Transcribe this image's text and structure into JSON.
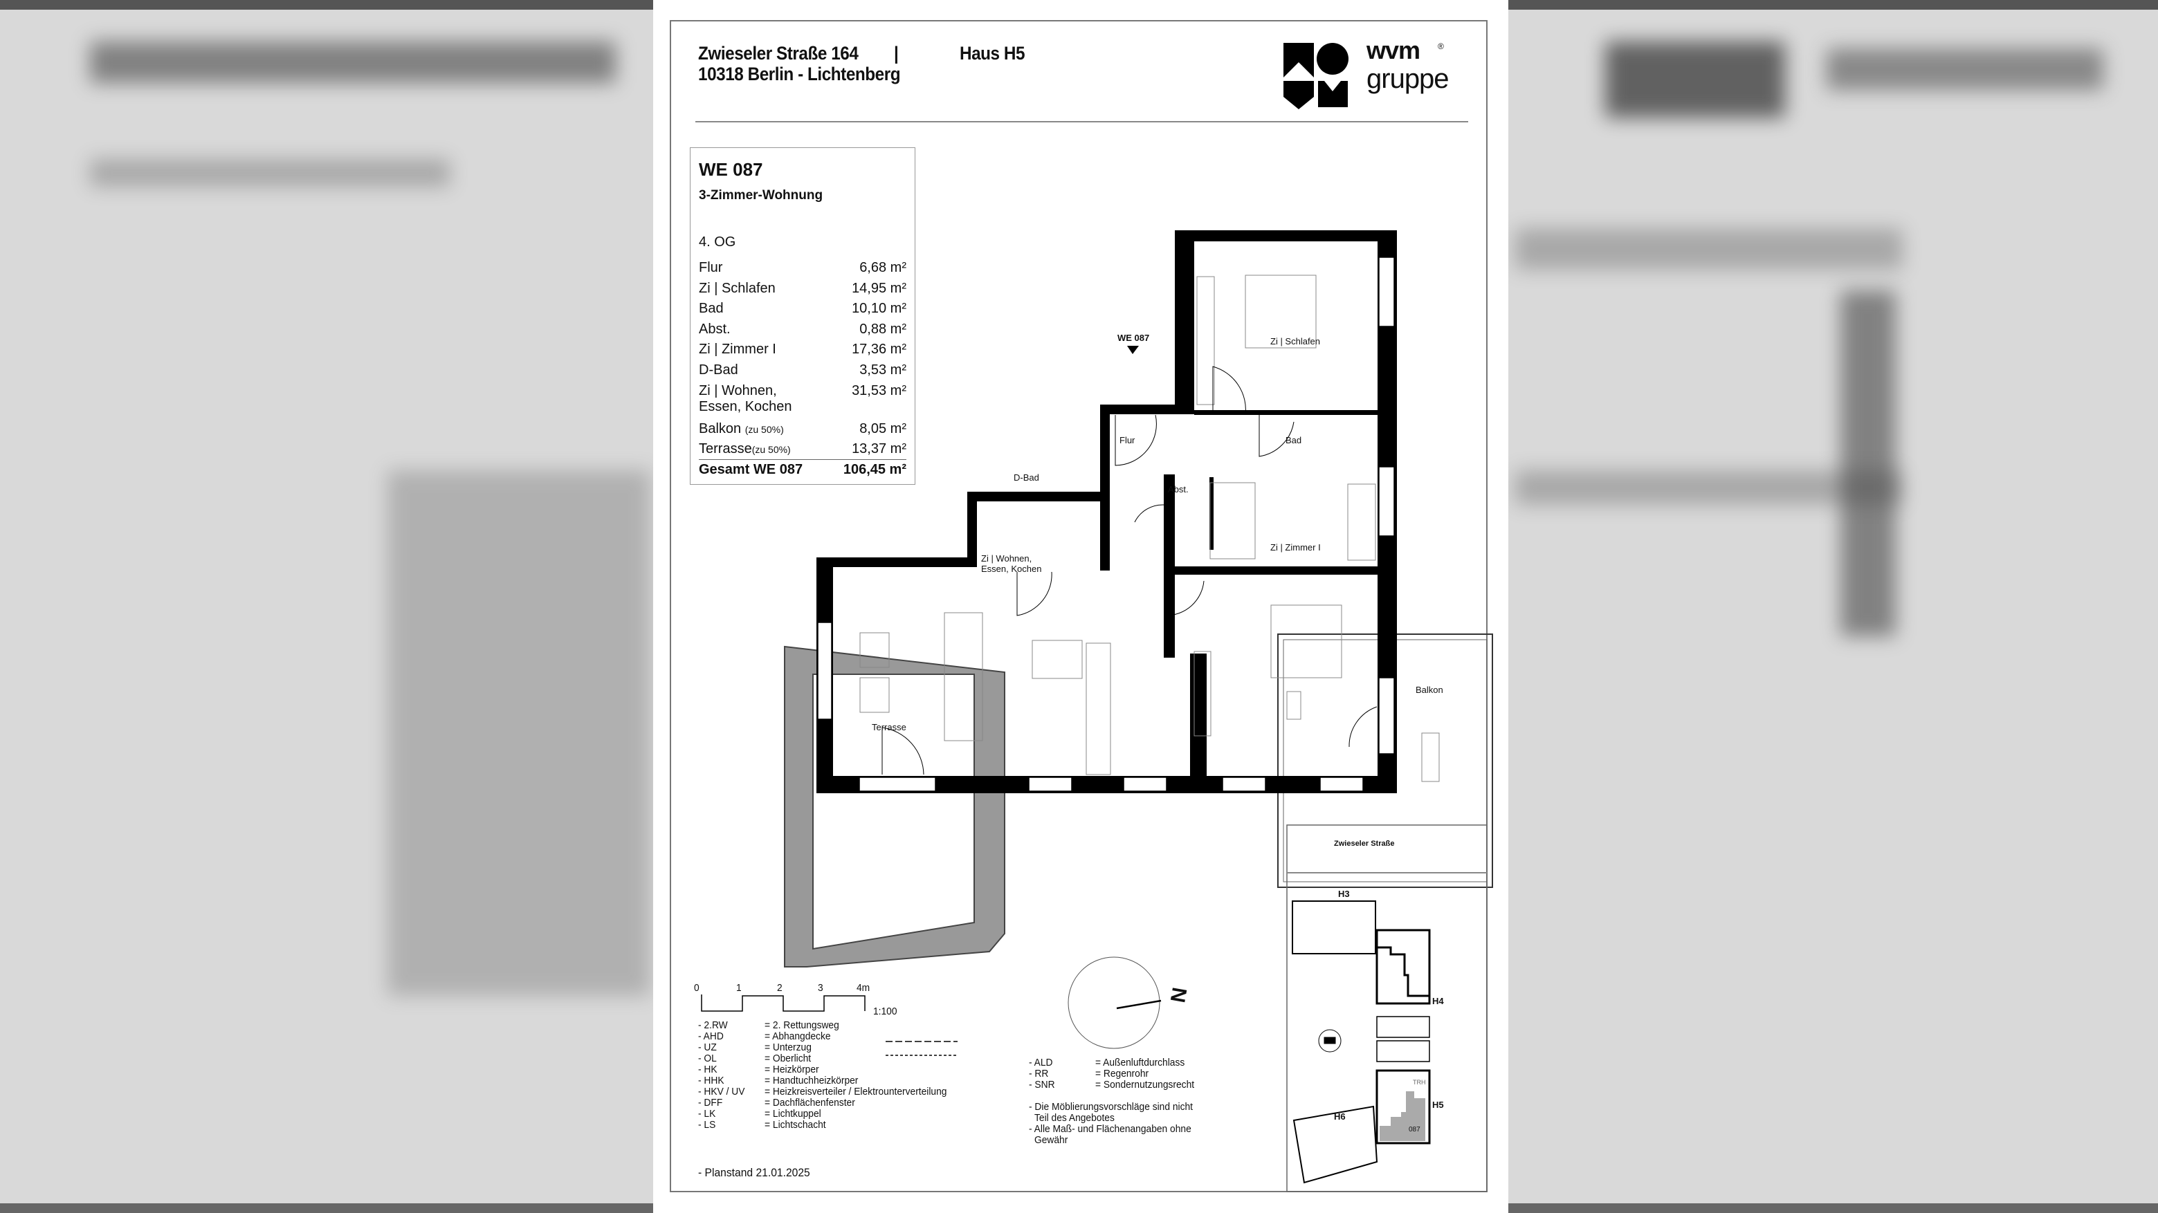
{
  "header": {
    "address_line1": "Zwieseler Straße 164",
    "separator": "|",
    "house": "Haus H5",
    "address_line2": "10318 Berlin - Lichtenberg"
  },
  "logo": {
    "line1": "wvm",
    "line2": "gruppe",
    "mark": "®"
  },
  "unit": {
    "title": "WE 087",
    "type": "3-Zimmer-Wohnung",
    "floor": "4. OG",
    "rooms": [
      {
        "name": "Flur",
        "area": "6,68 m²"
      },
      {
        "name": "Zi | Schlafen",
        "area": "14,95 m²"
      },
      {
        "name": "Bad",
        "area": "10,10 m²"
      },
      {
        "name": "Abst.",
        "area": "0,88 m²"
      },
      {
        "name": "Zi | Zimmer I",
        "area": "17,36 m²"
      },
      {
        "name": "D-Bad",
        "area": "3,53 m²"
      },
      {
        "name": "Zi | Wohnen,",
        "name2": "Essen, Kochen",
        "area": "31,53 m²"
      },
      {
        "name": "Balkon",
        "note": "(zu 50%)",
        "area": "8,05 m²"
      },
      {
        "name": "Terrasse",
        "note": "(zu 50%)",
        "area": "13,37 m²"
      }
    ],
    "total_label": "Gesamt WE 087",
    "total_area": "106,45 m²"
  },
  "plan": {
    "entry": "WE 087",
    "schlafen": "Zi | Schlafen",
    "flur": "Flur",
    "bad": "Bad",
    "dbad": "D-Bad",
    "abst": "Abst.",
    "wohnen1": "Zi | Wohnen,",
    "wohnen2": "Essen, Kochen",
    "zimmer": "Zi | Zimmer I",
    "balkon": "Balkon",
    "terrasse": "Terrasse"
  },
  "scale": {
    "ticks": [
      "0",
      "1",
      "2",
      "3",
      "4m"
    ],
    "ratio": "1:100"
  },
  "compass": {
    "north": "N"
  },
  "legend_left": [
    {
      "abbr": "- 2.RW",
      "desc": "= 2. Rettungsweg"
    },
    {
      "abbr": "- AHD",
      "desc": "= Abhangdecke"
    },
    {
      "abbr": "- UZ",
      "desc": "= Unterzug"
    },
    {
      "abbr": "- OL",
      "desc": "= Oberlicht"
    },
    {
      "abbr": "- HK",
      "desc": "= Heizkörper"
    },
    {
      "abbr": "- HHK",
      "desc": "= Handtuchheizkörper"
    },
    {
      "abbr": "- HKV / UV",
      "desc": "= Heizkreisverteiler / Elektrounterverteilung"
    },
    {
      "abbr": "- DFF",
      "desc": "= Dachflächenfenster"
    },
    {
      "abbr": "- LK",
      "desc": "= Lichtkuppel"
    },
    {
      "abbr": "- LS",
      "desc": "= Lichtschacht"
    }
  ],
  "legend_right": [
    {
      "abbr": "- ALD",
      "desc": "= Außenluftdurchlass"
    },
    {
      "abbr": "- RR",
      "desc": "= Regenrohr"
    },
    {
      "abbr": "- SNR",
      "desc": "= Sondernutzungsrecht"
    }
  ],
  "notes": [
    "- Die Möblierungsvorschläge sind nicht",
    "Teil des Angebotes",
    "- Alle Maß- und Flächenangaben ohne",
    "Gewähr"
  ],
  "planstand": "- Planstand 21.01.2025",
  "siteplan": {
    "street": "Zwieseler Straße",
    "h3": "H3",
    "h4": "H4",
    "h5": "H5",
    "h6": "H6",
    "unit": "087",
    "trh": "TRH"
  }
}
